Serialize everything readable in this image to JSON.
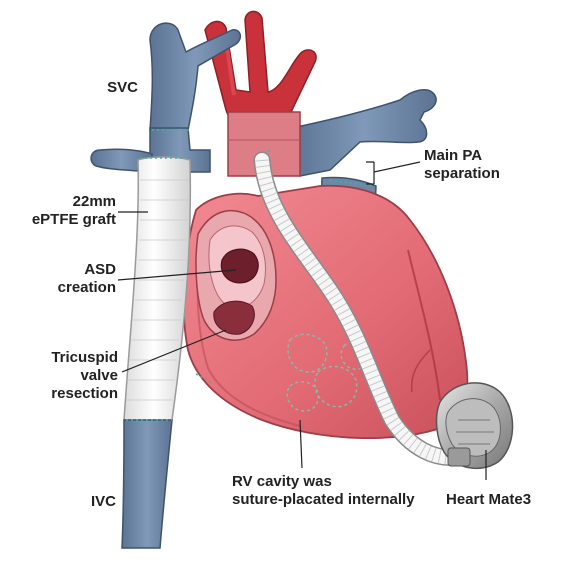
{
  "labels": {
    "svc": "SVC",
    "graft": [
      "22mm",
      "ePTFE graft"
    ],
    "asd": [
      "ASD",
      "creation"
    ],
    "tricuspid": [
      "Tricuspid",
      "valve",
      "resection"
    ],
    "ivc": "IVC",
    "main_pa": [
      "Main PA",
      "separation"
    ],
    "rv_cavity": [
      "RV cavity was",
      "suture-placated internally"
    ],
    "heartmate": "Heart Mate3"
  },
  "colors": {
    "vein_blue": "#6f86a6",
    "artery_red": "#c9323b",
    "heart_pink": "#e9737c",
    "heart_dark": "#cf5661",
    "graft_white": "#f4f4f4",
    "suture_teal": "#3fb39a",
    "device_gray": "#a9a9a9"
  }
}
